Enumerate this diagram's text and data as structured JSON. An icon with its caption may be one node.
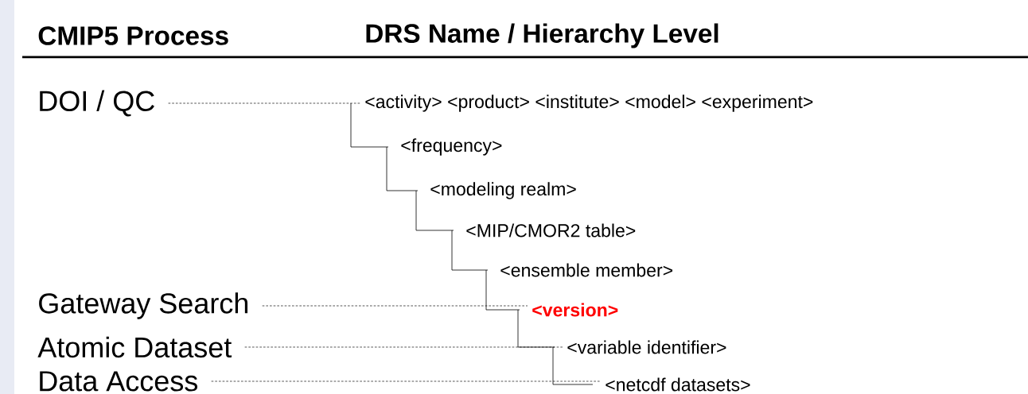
{
  "diagram": {
    "nodes": [
      {
        "text": [
          "DOI / QC"
        ]
      },
      {
        "text": [
          "Gateway Search"
        ]
      },
      {
        "text": [
          "Atomic Dataset"
        ]
      },
      {
        "text": [
          "Data Access"
        ]
      },
      {
        "text": [
          "<activity> <product> <institute> <model> <experiment>"
        ]
      },
      {
        "text": [
          "<frequency>"
        ]
      },
      {
        "text": [
          "<modeling realm>"
        ]
      },
      {
        "text": [
          "<MIP/CMOR2 table>"
        ]
      },
      {
        "text": [
          "<ensemble member>"
        ]
      },
      {
        "text": [
          "<version>"
        ]
      },
      {
        "text": [
          "<variable identifier>"
        ]
      },
      {
        "text": [
          "<netcdf datasets>"
        ]
      }
    ],
    "edges": [
      {
        "from": 0,
        "to": 4,
        "arrow": "none",
        "style": "dashed"
      },
      {
        "from": 1,
        "to": 9,
        "arrow": "none",
        "style": "dashed"
      },
      {
        "from": 2,
        "to": 10,
        "arrow": "none",
        "style": "dashed"
      },
      {
        "from": 3,
        "to": 11,
        "arrow": "none",
        "style": "dashed"
      },
      {
        "from": 4,
        "to": 5,
        "arrow": "none"
      },
      {
        "from": 5,
        "to": 6,
        "arrow": "none"
      },
      {
        "from": 6,
        "to": 7,
        "arrow": "none"
      },
      {
        "from": 7,
        "to": 8,
        "arrow": "none"
      },
      {
        "from": 8,
        "to": 9,
        "arrow": "none"
      },
      {
        "from": 9,
        "to": 10,
        "arrow": "none"
      },
      {
        "from": 10,
        "to": 11,
        "arrow": "none"
      }
    ],
    "labels": [
      "CMIP5 Process",
      "DRS Name / Hierarchy Level"
    ]
  }
}
